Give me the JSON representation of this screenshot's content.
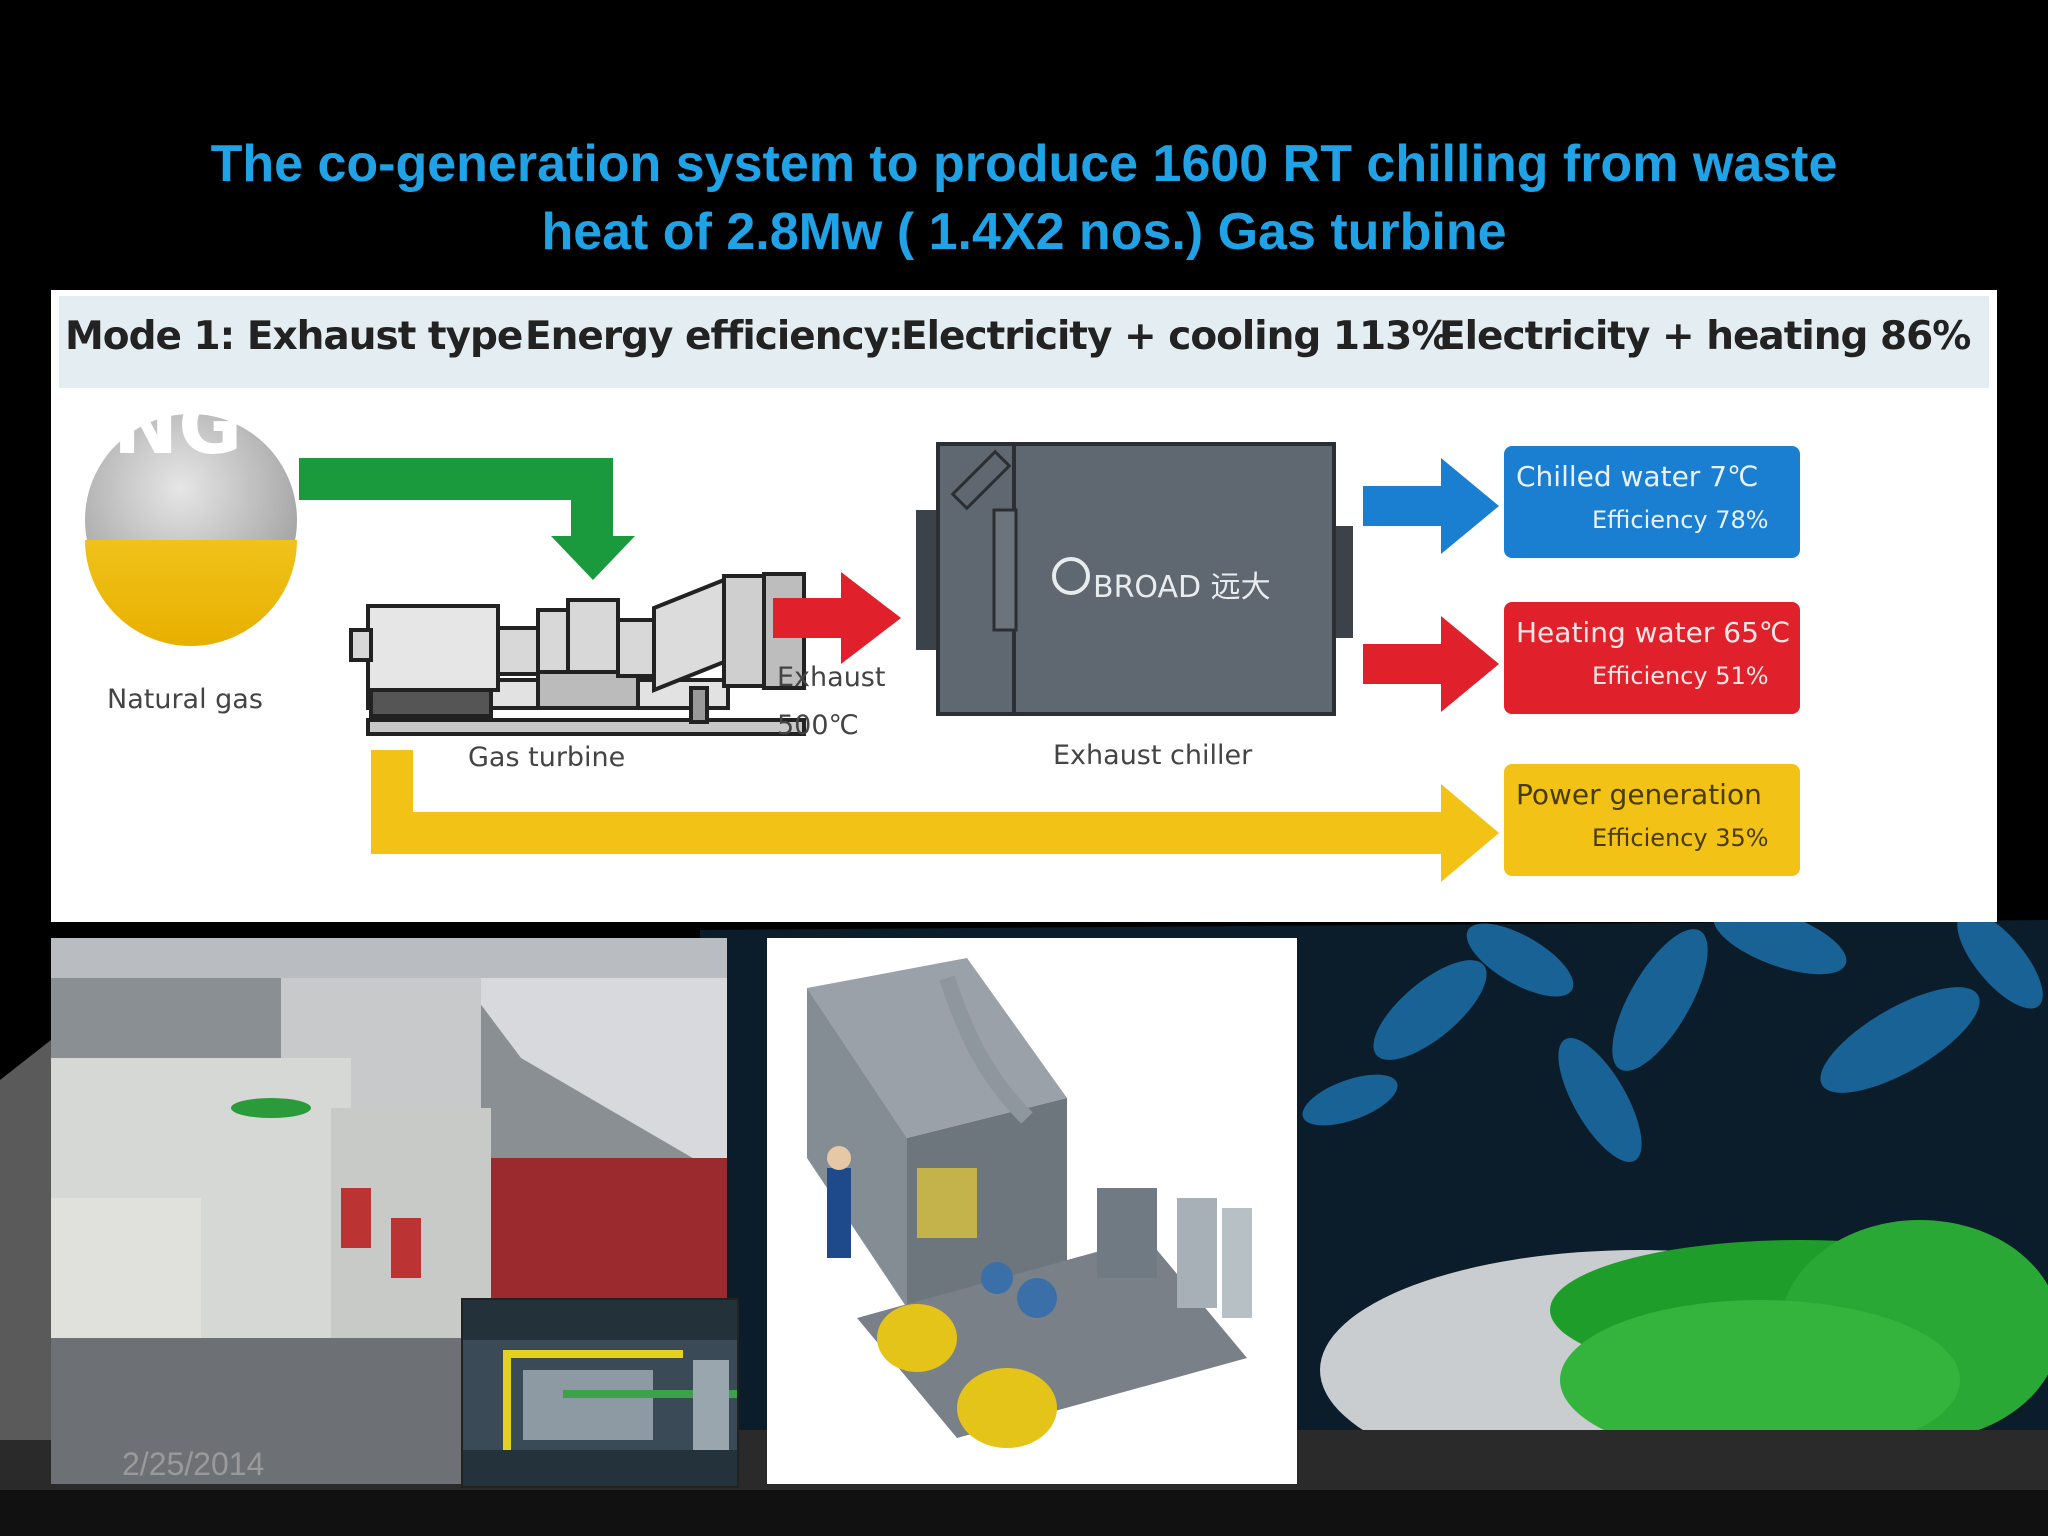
{
  "title": {
    "line1": "The co-generation system  to produce  1600 RT chilling  from waste",
    "line2": "heat of 2.8Mw ( 1.4X2 nos.) Gas turbine"
  },
  "diagram": {
    "header": {
      "mode": "Mode 1: Exhaust type",
      "efficiency_label": "Energy efficiency:",
      "cooling": "Electricity + cooling 113%",
      "heating": "Electricity + heating 86%"
    },
    "ng_logo": "NG",
    "natural_gas_label": "Natural gas",
    "gas_turbine_label": "Gas turbine",
    "exhaust_label": "Exhaust",
    "exhaust_temp": "500℃",
    "chiller_brand": "BROAD 远大",
    "exhaust_chiller_label": "Exhaust chiller",
    "outputs": [
      {
        "title": "Chilled water   7℃",
        "efficiency": "Efficiency 78%",
        "color": "#1a7fd1"
      },
      {
        "title": "Heating water 65℃",
        "efficiency": "Efficiency 51%",
        "color": "#e0202a"
      },
      {
        "title": "Power generation",
        "efficiency": "Efficiency 35%",
        "color": "#f2c316"
      }
    ],
    "colors": {
      "gas_arrow": "#1a9a3c",
      "exhaust_arrow": "#e0202a",
      "power_arrow": "#f2c316",
      "chiller": "#5f6770"
    }
  },
  "footer": {
    "date": "2/25/2014"
  }
}
